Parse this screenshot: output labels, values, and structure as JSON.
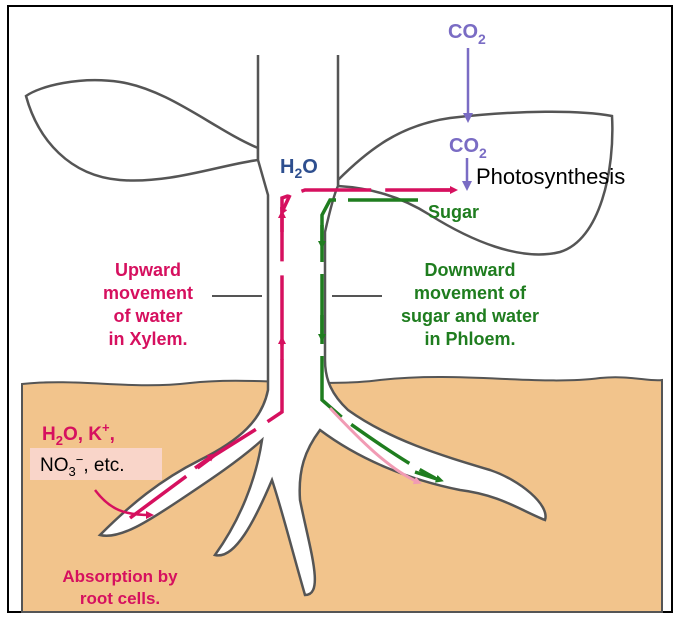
{
  "colors": {
    "xylem": "#d6105f",
    "phloem": "#1f7d1f",
    "co2": "#7a6cc4",
    "water_label": "#2e4f8f",
    "soil": "#f2c48c",
    "outline": "#444444",
    "label_box": "#f9d5c9",
    "text_dark": "#000000"
  },
  "labels": {
    "co2_top": {
      "main": "CO",
      "sub": "2"
    },
    "co2_leaf": {
      "main": "CO",
      "sub": "2"
    },
    "photosynthesis": "Photosynthesis",
    "h2o_stem": {
      "h": "H",
      "sub": "2",
      "o": "O"
    },
    "sugar": "Sugar",
    "upward": [
      "Upward",
      "movement",
      "of water",
      "in Xylem."
    ],
    "downward": [
      "Downward",
      "movement of",
      "sugar and water",
      "in Phloem."
    ],
    "soil_ions_line1": {
      "h": "H",
      "sub": "2",
      "rest": "O, K",
      "sup": "+",
      "comma": ","
    },
    "soil_ions_line2": {
      "no": "NO",
      "sub": "3",
      "sup": "−",
      "rest": ", etc."
    },
    "absorption": [
      "Absorption by",
      "root cells."
    ]
  }
}
